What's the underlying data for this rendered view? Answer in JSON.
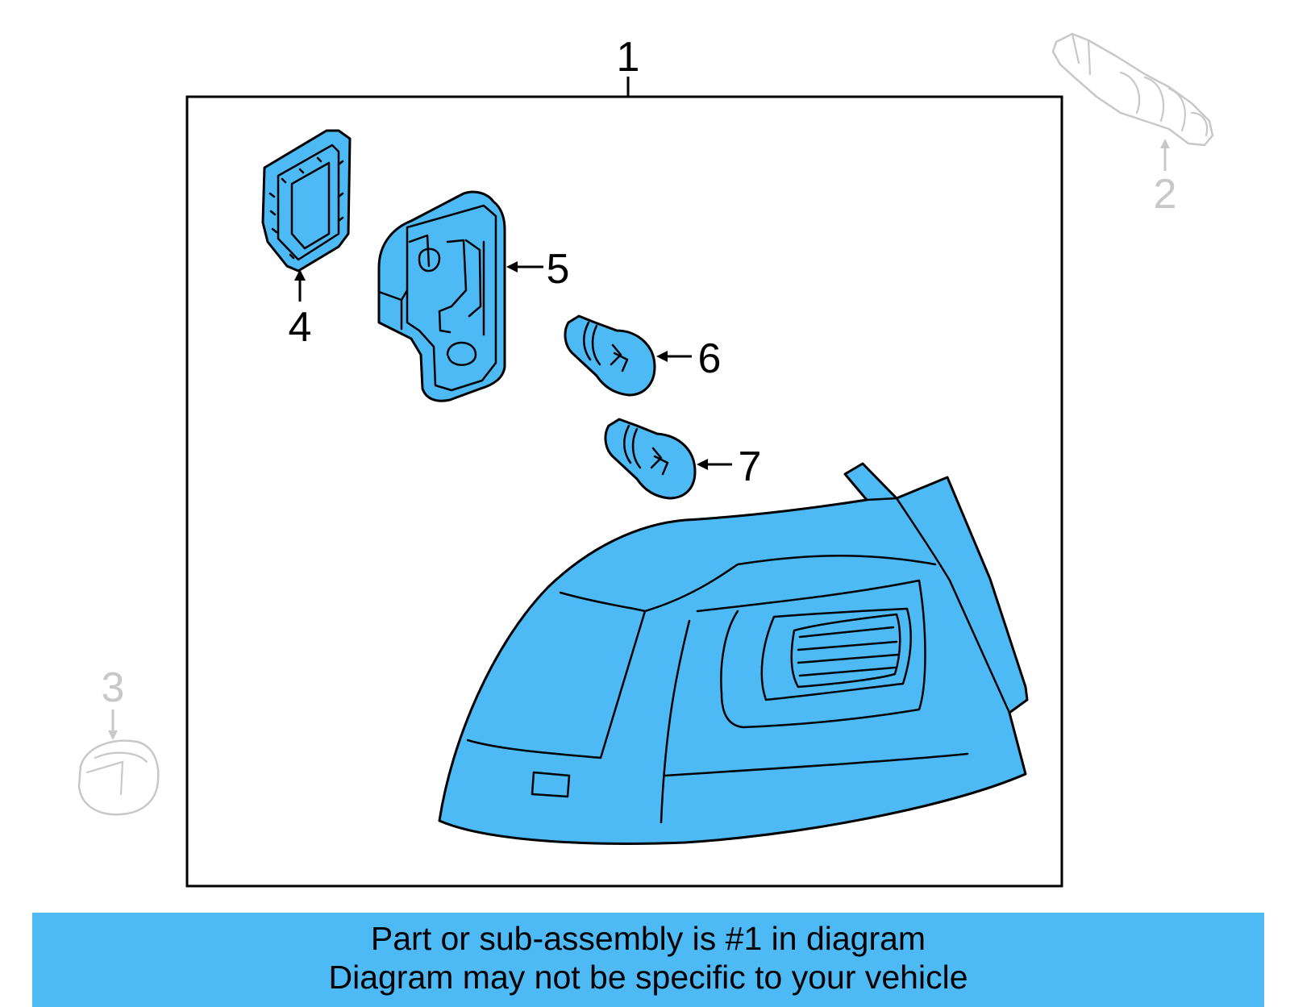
{
  "diagram": {
    "callouts": {
      "c1": "1",
      "c2": "2",
      "c3": "3",
      "c4": "4",
      "c5": "5",
      "c6": "6",
      "c7": "7"
    },
    "highlight_color": "#4db9f5",
    "ghost_color": "#c8c8c8"
  },
  "footer": {
    "line1": "Part or sub-assembly is #1 in diagram",
    "line2": "Diagram may not be specific to your vehicle"
  }
}
